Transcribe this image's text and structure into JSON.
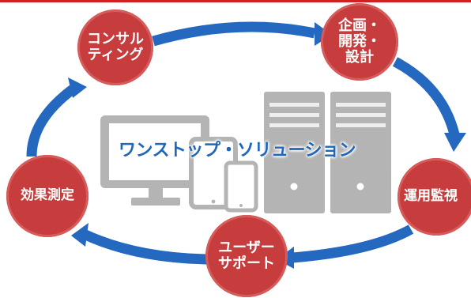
{
  "colors": {
    "arrow": "#2468c0",
    "node_fill": "#c73d3d",
    "device_gray": "#b4b4b4",
    "title_blue": "#2067b8",
    "top_bar": "#d21f1f"
  },
  "center_label": "ワンストップ・ソリューション",
  "nodes": {
    "consulting": [
      "コンサル",
      "ティング"
    ],
    "planning": [
      "企画・",
      "開発・",
      "設計"
    ],
    "operations": [
      "運用監視"
    ],
    "support": [
      "ユーザー",
      "サポート"
    ],
    "evaluation": [
      "効果測定"
    ]
  },
  "illustrations": [
    "monitor-icon",
    "tablet-icon",
    "smartphone-icon",
    "server-tower-icon",
    "server-tower-icon"
  ]
}
